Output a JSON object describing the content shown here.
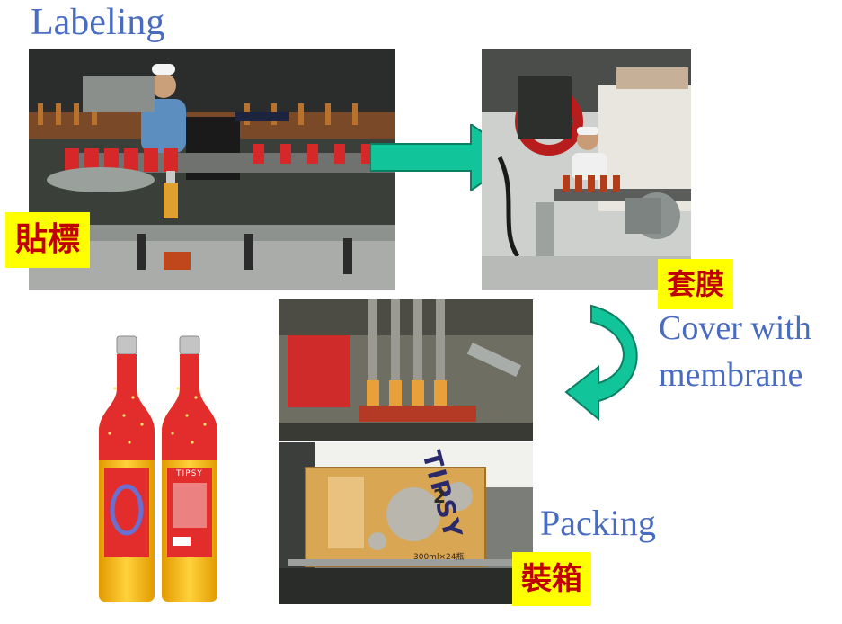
{
  "steps": {
    "labeling": {
      "caption": "Labeling",
      "badge": "貼標"
    },
    "cover": {
      "caption_line1": "Cover with",
      "caption_line2": "membrane",
      "badge": "套膜"
    },
    "packing": {
      "caption": "Packing",
      "badge": "裝箱"
    }
  },
  "product": {
    "brand": "TIPSY"
  },
  "box": {
    "brand": "TIPSY",
    "badge_text": "2",
    "side_text": "300ml×24瓶"
  },
  "colors": {
    "caption": "#4a6cc0",
    "badge_bg": "#ffff00",
    "badge_text": "#c00000",
    "arrow": "#12c49a"
  }
}
